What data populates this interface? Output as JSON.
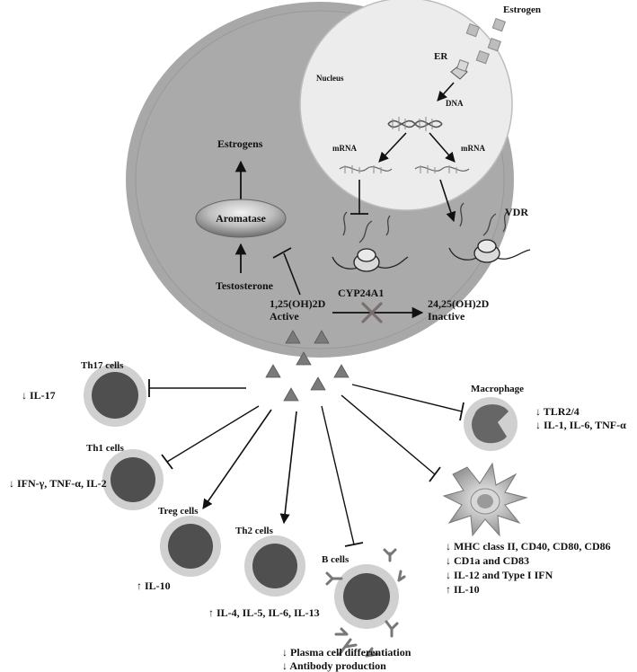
{
  "labels": {
    "estrogen": "Estrogen",
    "er": "ER",
    "nucleus": "Nucleus",
    "dna": "DNA",
    "mrna_left": "mRNA",
    "mrna_right": "mRNA",
    "vdr": "VDR",
    "estrogens": "Estrogens",
    "aromatase": "Aromatase",
    "testosterone": "Testosterone",
    "cyp24a1": "CYP24A1",
    "active_line1": "1,25(OH)2D",
    "active_line2": "Active",
    "inactive_line1": "24,25(OH)2D",
    "inactive_line2": "Inactive"
  },
  "cells": {
    "th17": {
      "name": "Th17 cells",
      "effects": [
        "↓ IL-17"
      ]
    },
    "th1": {
      "name": "Th1 cells",
      "effects": [
        "↓ IFN-γ, TNF-α, IL-2"
      ]
    },
    "treg": {
      "name": "Treg cells",
      "effects": [
        "↑ IL-10"
      ]
    },
    "th2": {
      "name": "Th2 cells",
      "effects": [
        "↑ IL-4, IL-5, IL-6, IL-13"
      ]
    },
    "bcell": {
      "name": "B cells",
      "effects": [
        "↓ Plasma cell differentiation",
        "↓ Antibody production"
      ]
    },
    "macrophage": {
      "name": "Macrophage",
      "effects": [
        "↓ TLR2/4",
        "↓ IL-1, IL-6, TNF-α"
      ]
    },
    "dendritic": {
      "name": "",
      "effects": [
        "↓ MHC class II, CD40, CD80, CD86",
        "↓ CD1a and CD83",
        "↓ IL-12 and Type I IFN",
        "↑ IL-10"
      ]
    }
  },
  "colors": {
    "cell_body": "#a8a8a8",
    "nucleus": "#ececec",
    "immune_nucleus": "#4f4f4f",
    "immune_ring": "#d0d0d0",
    "triangle": "#7a7a7a",
    "block_x": "#7a6f6f"
  }
}
